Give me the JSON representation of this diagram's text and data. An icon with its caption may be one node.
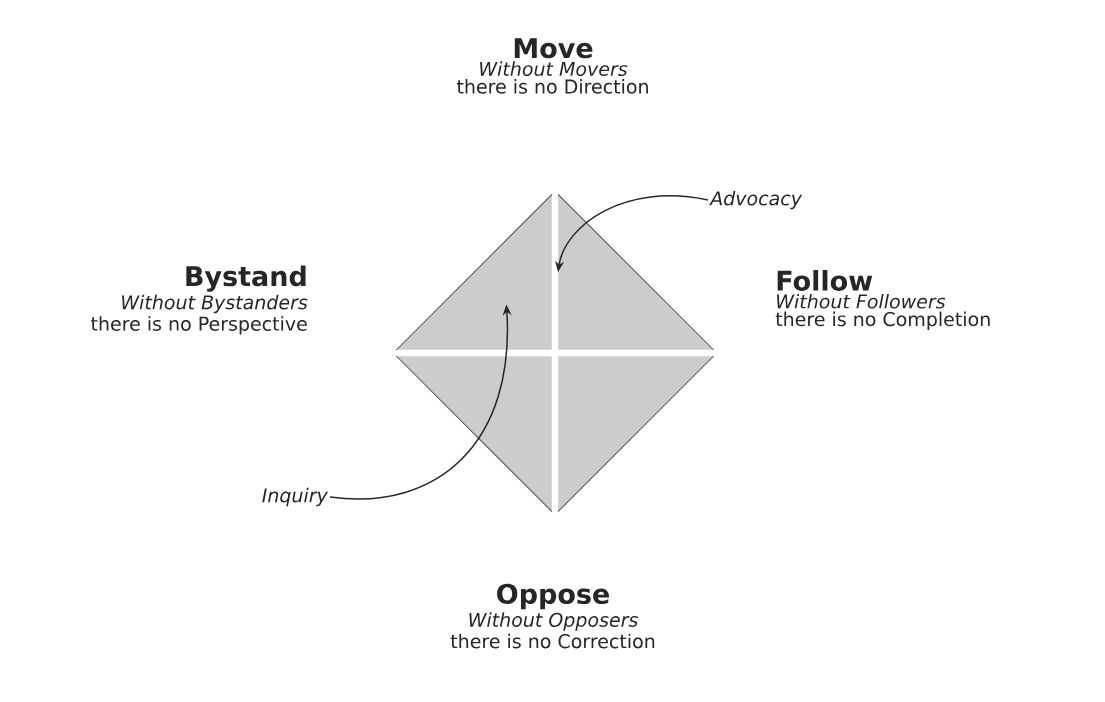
{
  "diagram": {
    "nodes": [
      {
        "text": [
          "Move",
          "Without Movers",
          "there is no Direction"
        ]
      },
      {
        "text": [
          "Advocacy"
        ]
      },
      {
        "text": [
          "Bystand",
          "Without Bystanders",
          "there is no Perspective"
        ]
      },
      {
        "text": [
          "Follow",
          "Without Followers",
          "there is no Completion"
        ]
      },
      {
        "text": [
          "Inquiry"
        ]
      },
      {
        "text": [
          "Oppose",
          "Without Opposers",
          "there is no Correction"
        ]
      },
      {
        "text": [],
        "shape": "triangle"
      },
      {
        "text": [],
        "shape": "triangle"
      },
      {
        "text": [],
        "shape": "triangle"
      },
      {
        "text": [],
        "shape": "triangle"
      }
    ],
    "edges": [
      {
        "from": 1,
        "to": 7,
        "arrow": "to"
      },
      {
        "from": 4,
        "to": 6,
        "arrow": "to"
      }
    ]
  }
}
